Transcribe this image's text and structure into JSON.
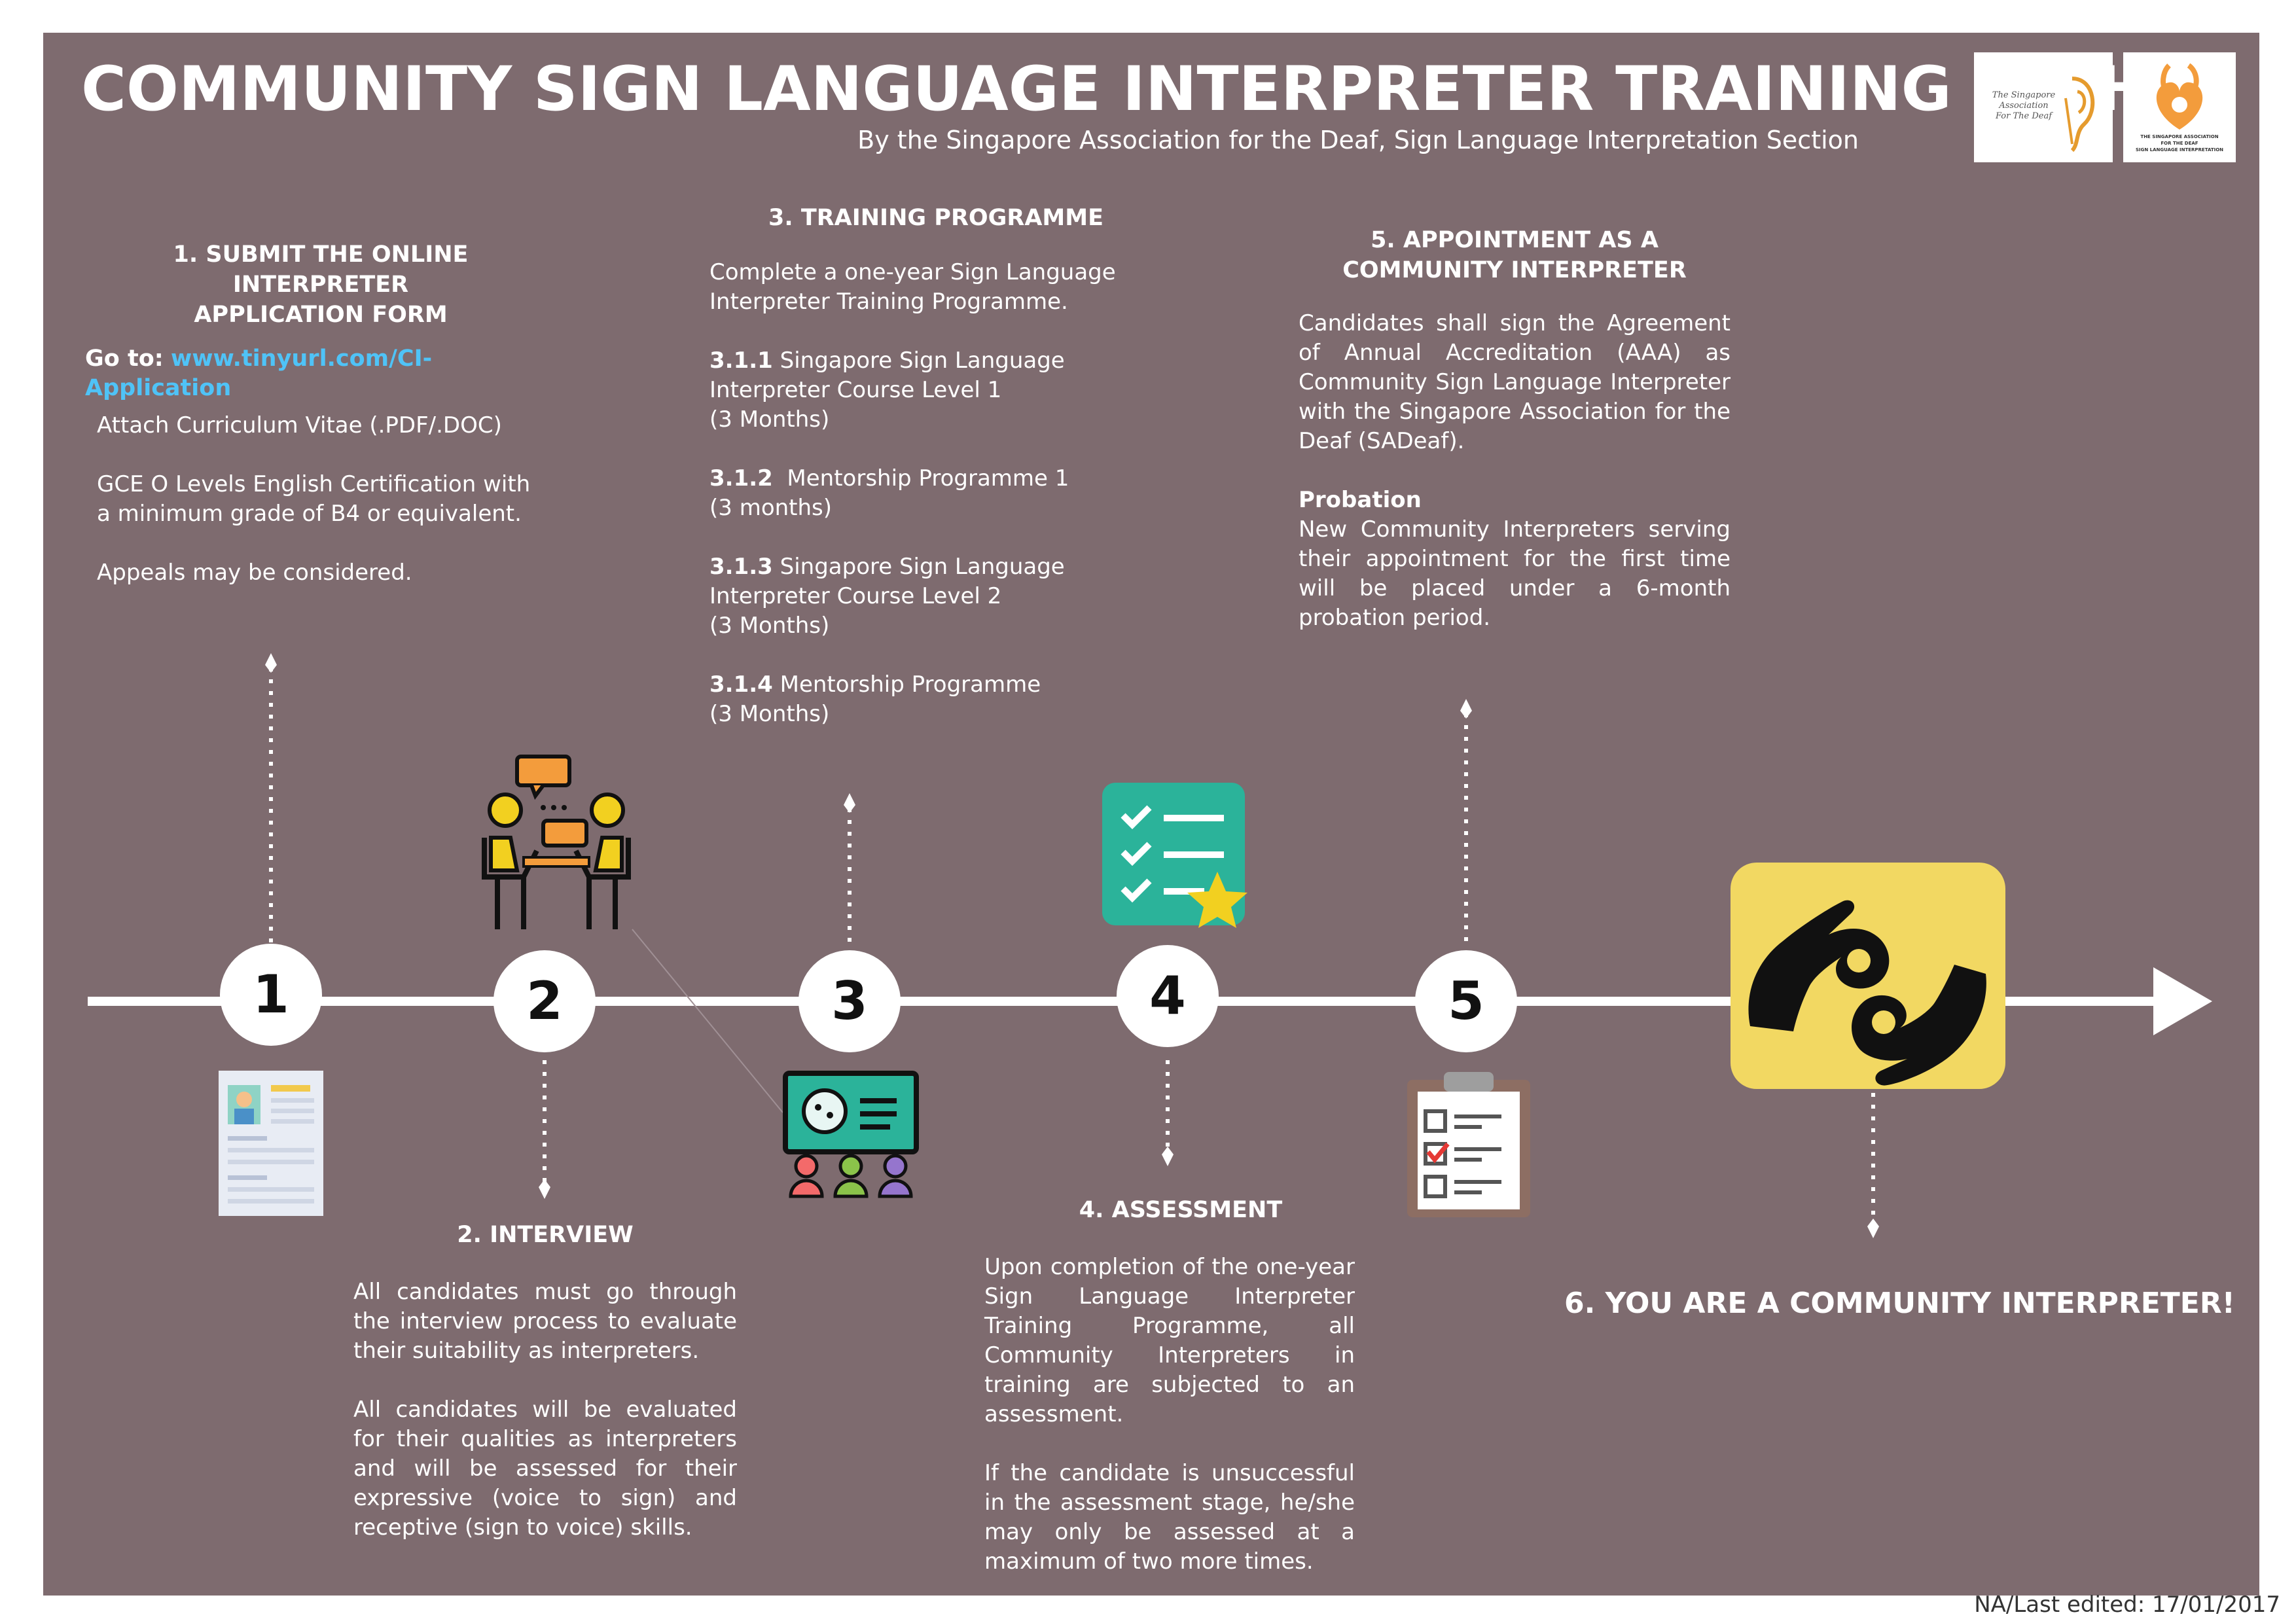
{
  "header": {
    "title": "COMMUNITY SIGN LANGUAGE INTERPRETER TRAINING PATH",
    "subtitle": "By the Singapore Association for the Deaf, Sign Language Interpretation Section"
  },
  "logos": {
    "left_text": [
      "The Singapore",
      "Association",
      "For The Deaf"
    ],
    "right_text": [
      "THE SINGAPORE ASSOCIATION",
      "FOR THE DEAF",
      "SIGN LANGUAGE INTERPRETATION"
    ]
  },
  "steps": {
    "s1": {
      "number": "1",
      "title_l1": "1. SUBMIT THE ONLINE INTERPRETER",
      "title_l2": "APPLICATION FORM",
      "goto_label": "Go to:",
      "goto_link": "www.tinyurl.com/CI-Application",
      "attach": "Attach Curriculum Vitae (.PDF/.DOC)",
      "req_l1": "GCE O Levels English Certification with",
      "req_l2": "a minimum grade of B4 or equivalent.",
      "appeals": "Appeals may be considered."
    },
    "s2": {
      "number": "2",
      "title": "2. INTERVIEW",
      "p1": "All candidates must go through the interview process to evaluate their suitability as interpreters.",
      "p2": "All candidates will be evaluated for their qualities as interpreters and will be assessed for their expressive (voice to sign) and receptive (sign to voice) skills."
    },
    "s3": {
      "number": "3",
      "title": "3. TRAINING PROGRAMME",
      "intro_l1": "Complete a one-year Sign Language",
      "intro_l2": "Interpreter Training Programme.",
      "items": [
        {
          "code": "3.1.1",
          "l1": " Singapore Sign Language",
          "l2": "Interpreter Course Level 1",
          "l3": "(3 Months)"
        },
        {
          "code": "3.1.2",
          "l1": "  Mentorship Programme 1",
          "l2": "(3 months)",
          "l3": ""
        },
        {
          "code": "3.1.3",
          "l1": " Singapore Sign Language",
          "l2": "Interpreter Course Level 2",
          "l3": "(3 Months)"
        },
        {
          "code": "3.1.4",
          "l1": " Mentorship Programme",
          "l2": "(3 Months)",
          "l3": ""
        }
      ]
    },
    "s4": {
      "number": "4",
      "title": "4. ASSESSMENT",
      "p1": "Upon completion of the one-year Sign Language Interpreter Training Programme, all Community Interpreters in training are subjected to an assessment.",
      "p2": "If the candidate is unsuccessful in the assessment stage, he/she may only be assessed at a maximum of two more times."
    },
    "s5": {
      "number": "5",
      "title_l1": "5. APPOINTMENT AS A",
      "title_l2": "COMMUNITY INTERPRETER",
      "p1": "Candidates shall sign the Agreement of Annual Accreditation (AAA) as Community Sign Language Interpreter with the Singapore Association for the Deaf (SADeaf).",
      "probation_title": "Probation",
      "probation_text": "New Community Interpreters serving their appointment for the first time will be placed under a 6-month probation period."
    },
    "s6": {
      "title": "6. YOU ARE A COMMUNITY INTERPRETER!"
    }
  },
  "colors": {
    "background": "#7e6b6f",
    "link": "#4fc3f7",
    "accent_yellow": "#f2d862",
    "accent_teal": "#2bb39a",
    "accent_orange": "#f39c3c"
  },
  "icons": [
    "resume-icon",
    "interview-icon",
    "classroom-icon",
    "checklist-star-icon",
    "clipboard-icon",
    "sign-language-icon"
  ],
  "footer": "NA/Last edited: 17/01/2017"
}
